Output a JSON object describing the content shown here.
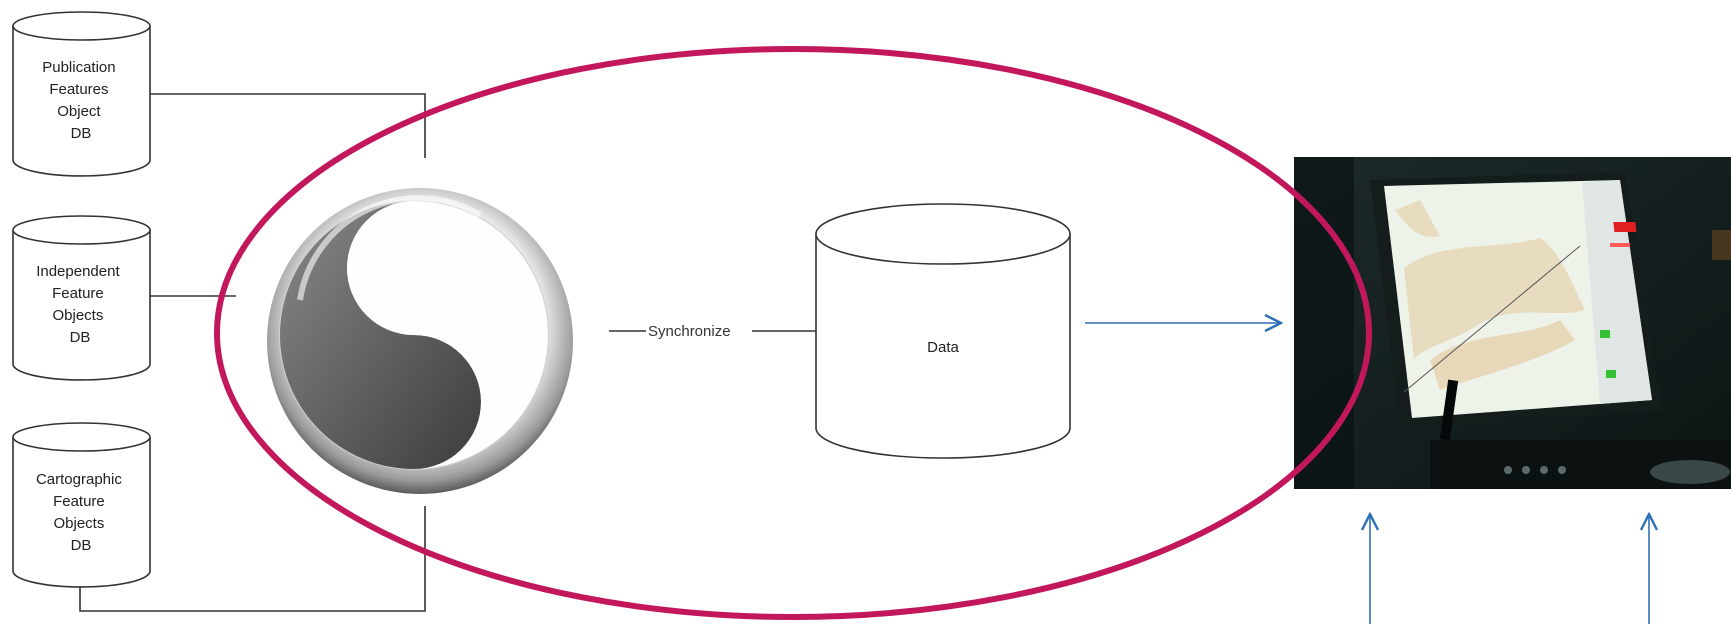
{
  "databases": {
    "publication": {
      "lines": [
        "Publication",
        "Features",
        "Object",
        "DB"
      ]
    },
    "independent": {
      "lines": [
        "Independent",
        "Feature",
        "Objects",
        "DB"
      ]
    },
    "cartographic": {
      "lines": [
        "Cartographic",
        "Feature",
        "Objects",
        "DB"
      ]
    }
  },
  "data_store": {
    "label": "Data"
  },
  "sync_edge": {
    "label": "Synchronize"
  },
  "colors": {
    "ellipse": "#c2185b",
    "arrow": "#2e6fb5",
    "line": "#333333",
    "screen_water": "#eef3ea",
    "screen_land": "#e8dcc0"
  },
  "icons": {
    "sync_logo": "yin-yang-sync-logo-icon",
    "ecdis": "ecdis-display-photo-icon"
  }
}
